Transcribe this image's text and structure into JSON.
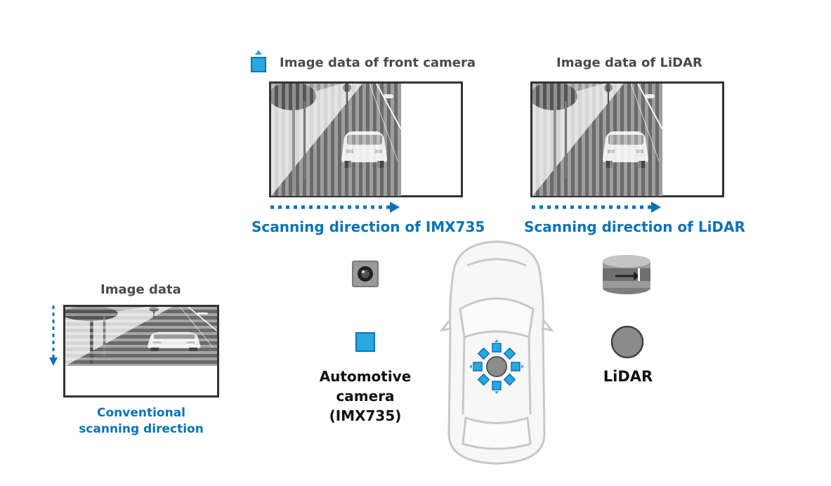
{
  "front_camera": {
    "title": "Image data of front camera",
    "caption": "Scanning direction of IMX735"
  },
  "lidar_panel": {
    "title": "Image data of LiDAR",
    "caption": "Scanning direction of LiDAR"
  },
  "conventional": {
    "title": "Image data",
    "caption_line1": "Conventional",
    "caption_line2": "scanning direction"
  },
  "legend": {
    "camera_line1": "Automotive",
    "camera_line2": "camera",
    "camera_line3": "(IMX735)",
    "lidar": "LiDAR"
  },
  "colors": {
    "accent_blue": "#0a73b8",
    "camera_marker": "#29a8e0",
    "lidar_marker": "#8c8c8c"
  }
}
